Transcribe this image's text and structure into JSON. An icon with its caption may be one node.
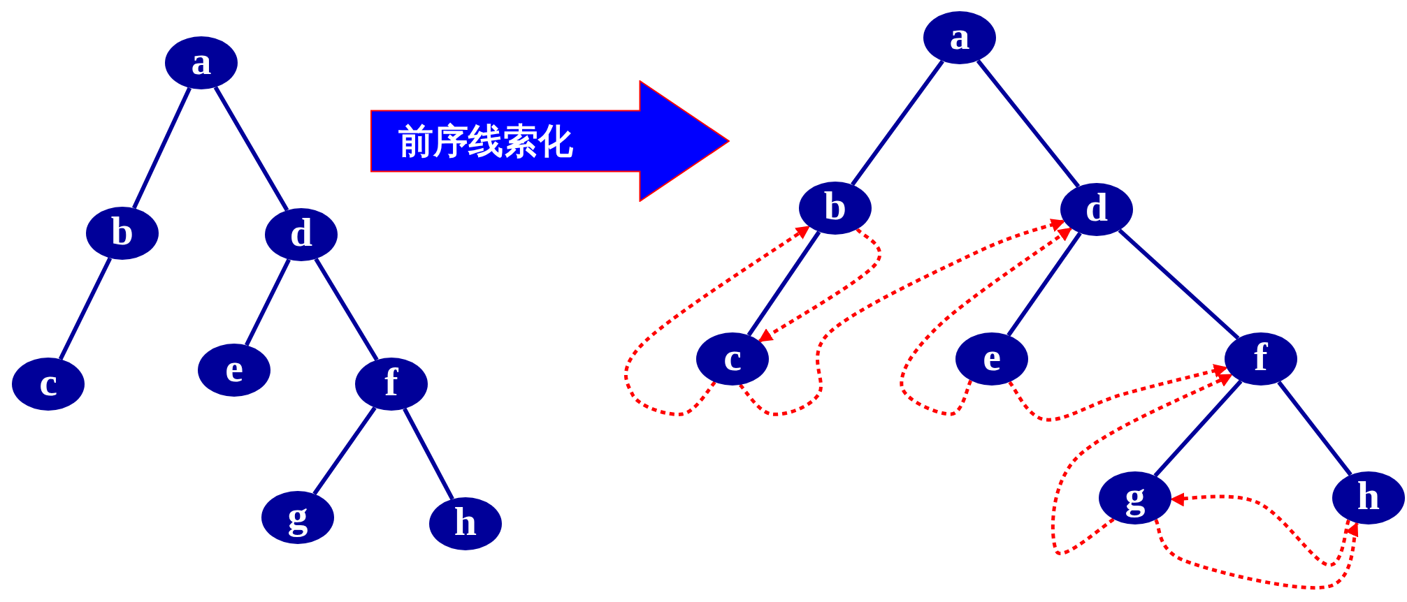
{
  "diagram": {
    "nodes": [
      {
        "text": [
          "a"
        ]
      },
      {
        "text": [
          "b"
        ]
      },
      {
        "text": [
          "c"
        ]
      },
      {
        "text": [
          "d"
        ]
      },
      {
        "text": [
          "e"
        ]
      },
      {
        "text": [
          "f"
        ]
      },
      {
        "text": [
          "g"
        ]
      },
      {
        "text": [
          "h"
        ]
      },
      {
        "text": [
          "前序线索化"
        ]
      },
      {
        "text": [
          "a"
        ]
      },
      {
        "text": [
          "b"
        ]
      },
      {
        "text": [
          "c"
        ]
      },
      {
        "text": [
          "d"
        ]
      },
      {
        "text": [
          "e"
        ]
      },
      {
        "text": [
          "f"
        ]
      },
      {
        "text": [
          "g"
        ]
      },
      {
        "text": [
          "h"
        ]
      }
    ],
    "edges": [
      {
        "from": 0,
        "to": 1,
        "arrow": "none"
      },
      {
        "from": 0,
        "to": 3,
        "arrow": "none"
      },
      {
        "from": 1,
        "to": 2,
        "arrow": "none"
      },
      {
        "from": 3,
        "to": 4,
        "arrow": "none"
      },
      {
        "from": 3,
        "to": 5,
        "arrow": "none"
      },
      {
        "from": 5,
        "to": 6,
        "arrow": "none"
      },
      {
        "from": 5,
        "to": 7,
        "arrow": "none"
      },
      {
        "from": 9,
        "to": 10,
        "arrow": "none"
      },
      {
        "from": 9,
        "to": 12,
        "arrow": "none"
      },
      {
        "from": 10,
        "to": 11,
        "arrow": "none"
      },
      {
        "from": 12,
        "to": 13,
        "arrow": "none"
      },
      {
        "from": 12,
        "to": 14,
        "arrow": "none"
      },
      {
        "from": 14,
        "to": 15,
        "arrow": "none"
      },
      {
        "from": 14,
        "to": 16,
        "arrow": "none"
      },
      {
        "from": 11,
        "to": 10,
        "arrow": "to",
        "style": "dashed",
        "color": "#ff0000"
      },
      {
        "from": 10,
        "to": 11,
        "arrow": "to",
        "style": "dashed",
        "color": "#ff0000"
      },
      {
        "from": 11,
        "to": 12,
        "arrow": "to",
        "style": "dashed",
        "color": "#ff0000"
      },
      {
        "from": 13,
        "to": 12,
        "arrow": "to",
        "style": "dashed",
        "color": "#ff0000"
      },
      {
        "from": 13,
        "to": 14,
        "arrow": "to",
        "style": "dashed",
        "color": "#ff0000"
      },
      {
        "from": 15,
        "to": 14,
        "arrow": "to",
        "style": "dashed",
        "color": "#ff0000"
      },
      {
        "from": 15,
        "to": 16,
        "arrow": "to",
        "style": "dashed",
        "color": "#ff0000"
      },
      {
        "from": 16,
        "to": 15,
        "arrow": "to",
        "style": "dashed",
        "color": "#ff0000"
      }
    ]
  }
}
